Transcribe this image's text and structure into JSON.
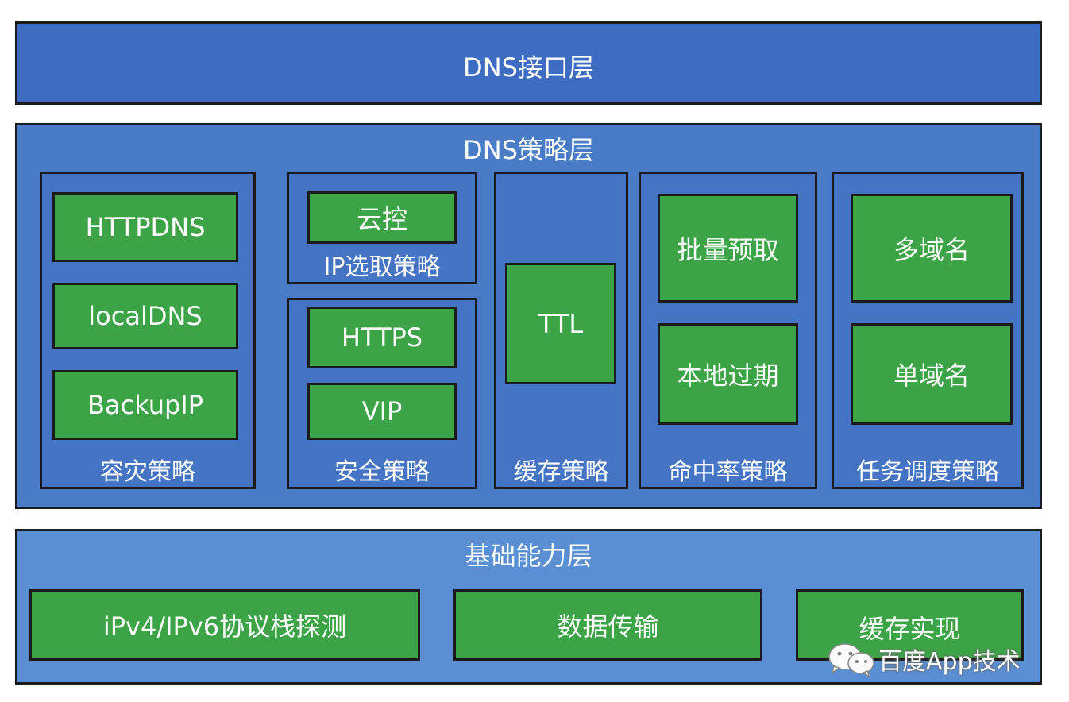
{
  "interface_layer": {
    "title": "DNS接口层"
  },
  "strategy_layer": {
    "title": "DNS策略层",
    "disaster": {
      "label": "容灾策略",
      "items": [
        "HTTPDNS",
        "localDNS",
        "BackupIP"
      ]
    },
    "ip_select": {
      "label": "IP选取策略",
      "items": [
        "云控"
      ]
    },
    "security": {
      "label": "安全策略",
      "items": [
        "HTTPS",
        "VIP"
      ]
    },
    "cache": {
      "label": "缓存策略",
      "items": [
        "TTL"
      ]
    },
    "hit_rate": {
      "label": "命中率策略",
      "items": [
        "批量预取",
        "本地过期"
      ]
    },
    "scheduling": {
      "label": "任务调度策略",
      "items": [
        "多域名",
        "单域名"
      ]
    }
  },
  "base_layer": {
    "title": "基础能力层",
    "items": [
      "iPv4/IPv6协议栈探测",
      "数据传输",
      "缓存实现"
    ]
  },
  "watermark": {
    "text": "百度App技术",
    "icon": "wechat-icon"
  },
  "colors": {
    "interface_fill": "#3f6cc3",
    "strategy_fill": "#4a7bc7",
    "base_fill": "#5b8fd4",
    "panel_fill": "#4674c4",
    "box_fill": "#3ca447",
    "border": "#1b1b1b"
  }
}
